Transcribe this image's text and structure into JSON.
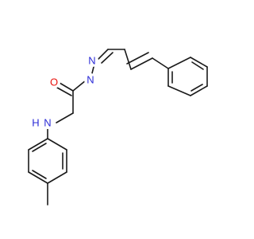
{
  "molecule": {
    "atoms": [
      {
        "id": "O1",
        "element": "O",
        "label": "O"
      },
      {
        "id": "N1",
        "element": "N",
        "label": "N"
      },
      {
        "id": "N2",
        "element": "N",
        "label": "N"
      },
      {
        "id": "N3",
        "element": "N",
        "label": "N"
      },
      {
        "id": "H3",
        "element": "H",
        "label": "H"
      }
    ],
    "colors": {
      "bond": "#1a1a1a",
      "O": "#e8120c",
      "N": "#2b2bd6",
      "H": "#2b2bd6"
    }
  }
}
